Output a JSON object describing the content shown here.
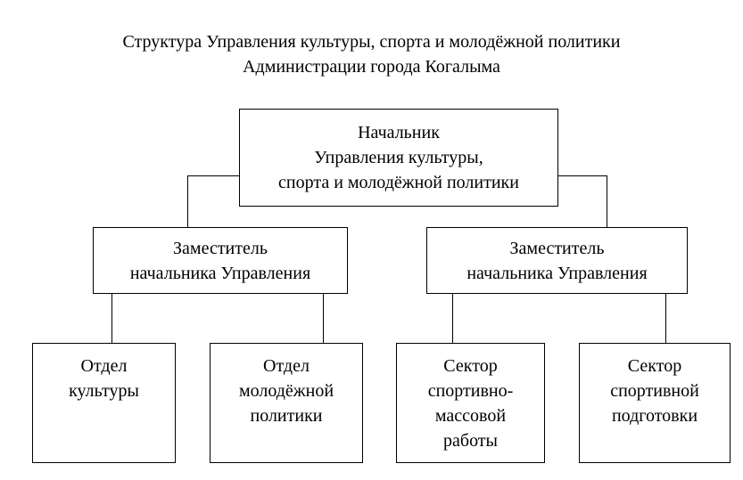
{
  "title": {
    "line1": "Структура Управления культуры, спорта и молодёжной политики",
    "line2": "Администрации города Когалыма"
  },
  "head": {
    "lines": [
      "Начальник",
      "Управления культуры,",
      "спорта и молодёжной политики"
    ]
  },
  "deputies": [
    {
      "lines": [
        "Заместитель",
        "начальника Управления"
      ]
    },
    {
      "lines": [
        "Заместитель",
        "начальника Управления"
      ]
    }
  ],
  "units": [
    {
      "lines": [
        "Отдел",
        "культуры"
      ]
    },
    {
      "lines": [
        "Отдел",
        "молодёжной",
        "политики"
      ]
    },
    {
      "lines": [
        "Сектор",
        "спортивно-",
        "массовой",
        "работы"
      ]
    },
    {
      "lines": [
        "Сектор",
        "спортивной",
        "подготовки"
      ]
    }
  ]
}
